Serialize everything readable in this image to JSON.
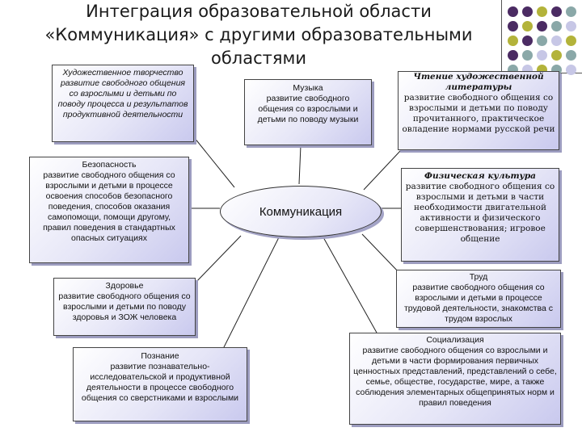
{
  "title": {
    "line1": "Интеграция образовательной области",
    "line2": "«Коммуникация» с другими образовательными",
    "line3": "областями"
  },
  "hub": {
    "label": "Коммуникация"
  },
  "boxes": {
    "art": {
      "head": "Художественное творчество",
      "body": "развитие свободного общения со взрослыми и детьми по поводу процесса и результатов продуктивной деятельности"
    },
    "music": {
      "head": "Музыка",
      "body": "развитие свободного общения со взрослыми и детьми по поводу музыки"
    },
    "reading": {
      "head": "Чтение художественной литературы",
      "body": "развитие свободного общения со взрослыми и детьми по поводу прочитанного, практическое овладение нормами русской речи"
    },
    "safety": {
      "head": "Безопасность",
      "body": "развитие свободного общения со взрослыми и детьми в процессе освоения способов безопасного поведения, способов оказания самопомощи, помощи другому, правил поведения в стандартных опасных ситуациях"
    },
    "pe": {
      "head": "Физическая культура",
      "body": "развитие свободного общения со взрослыми и детьми в части необходимости двигательной активности и физического совершенствования; игровое общение"
    },
    "health": {
      "head": "Здоровье",
      "body": "развитие свободного общения со взрослыми и детьми по поводу здоровья и ЗОЖ человека"
    },
    "labor": {
      "head": "Труд",
      "body": "развитие свободного общения со взрослыми и детьми в процессе трудовой деятельности, знакомства с трудом взрослых"
    },
    "cognition": {
      "head": "Познание",
      "body": "развитие познавательно-исследовательской и продуктивной деятельности в процессе свободного общения со сверстниками и взрослыми"
    },
    "social": {
      "head": "Социализация",
      "body": "развитие свободного общения со взрослыми и детьми в части формирования первичных ценностных представлений, представлений о себе, семье, обществе, государстве, мире, а также соблюдения элементарных общепринятых норм и правил поведения"
    }
  },
  "colors": {
    "purple": "#4b2b63",
    "teal": "#8aa8a8",
    "olive": "#b3b33a",
    "lavender": "#c7c7e6",
    "shadow": "#9c9cbf"
  }
}
